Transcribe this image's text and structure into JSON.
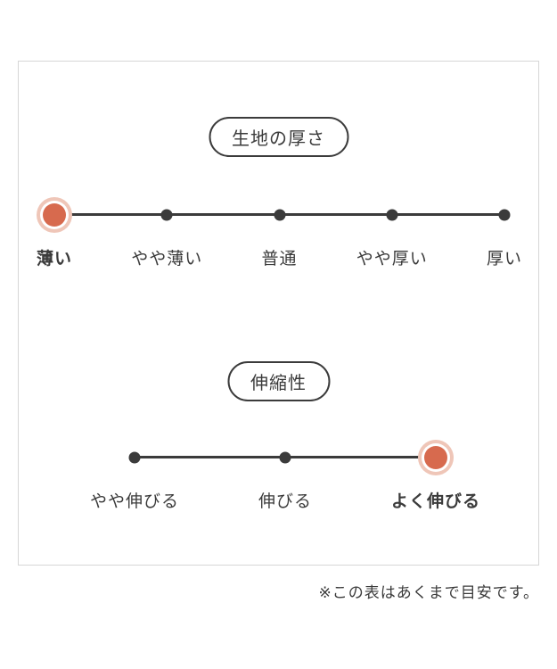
{
  "page": {
    "note": "※この表はあくまで目安です。"
  },
  "colors": {
    "accent": "#d76a4e",
    "accent_halo": "#efc6b8",
    "dot": "#3b3b3b",
    "line": "#3b3b3b",
    "text": "#3b3b3b",
    "border": "#d6d6d6"
  },
  "chart_data": [
    {
      "type": "rating-scale",
      "title": "生地の厚さ",
      "categories": [
        "薄い",
        "やや薄い",
        "普通",
        "やや厚い",
        "厚い"
      ],
      "selected_index": 0,
      "selected_label": "薄い",
      "legend_position": "none",
      "grid": false
    },
    {
      "type": "rating-scale",
      "title": "伸縮性",
      "categories": [
        "やや伸びる",
        "伸びる",
        "よく伸びる"
      ],
      "selected_index": 2,
      "selected_label": "よく伸びる",
      "legend_position": "none",
      "grid": false
    }
  ]
}
